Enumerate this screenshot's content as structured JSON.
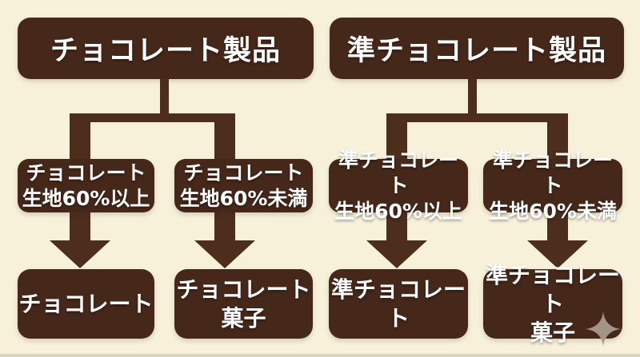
{
  "colors": {
    "background": "#f7f1da",
    "box": "#46281a",
    "connector": "#4d2e1d",
    "text": "#ffffff",
    "sparkle": "#a89b8e"
  },
  "flowchart": {
    "top": [
      {
        "label": "チョコレート製品"
      },
      {
        "label": "準チョコレート製品"
      }
    ],
    "middle": [
      {
        "lines": [
          "チョコレート",
          "生地60%以上"
        ]
      },
      {
        "lines": [
          "チョコレート",
          "生地60%未満"
        ]
      },
      {
        "lines": [
          "準チョコレート",
          "生地60%以上"
        ]
      },
      {
        "lines": [
          "準チョコレート",
          "生地60%未満"
        ]
      }
    ],
    "bottom": [
      {
        "lines": [
          "チョコレート"
        ]
      },
      {
        "lines": [
          "チョコレート",
          "菓子"
        ]
      },
      {
        "lines": [
          "準チョコレート"
        ]
      },
      {
        "lines": [
          "準チョコレート",
          "菓子"
        ]
      }
    ]
  }
}
